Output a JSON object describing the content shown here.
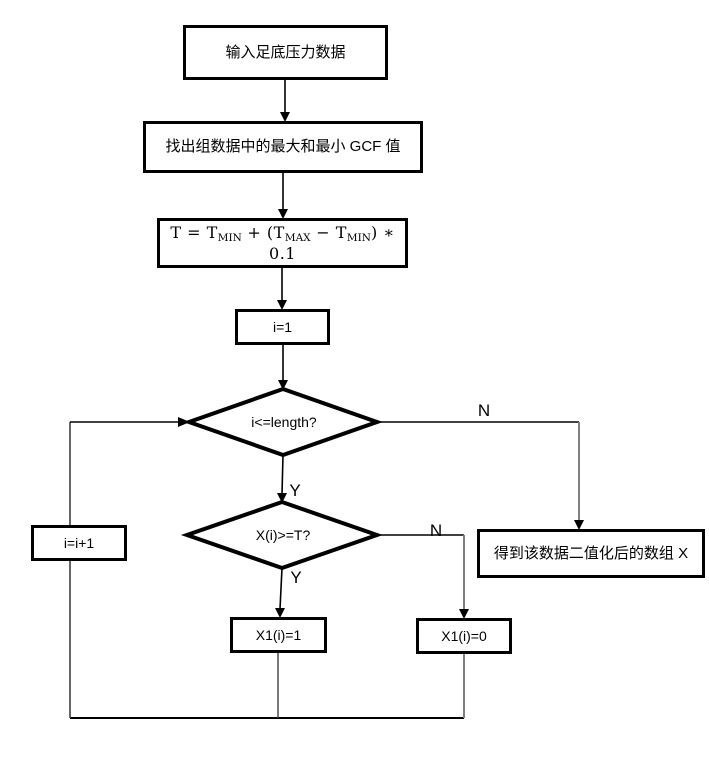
{
  "flowchart": {
    "nodes": {
      "input": {
        "label": "输入足底压力数据"
      },
      "find_minmax": {
        "label": "找出组数据中的最大和最小 GCF 值"
      },
      "formula": {
        "p1": "T = T",
        "s1": "MIN",
        "p2": " + (T",
        "s2": "MAX",
        "p3": " − T",
        "s3": "MIN",
        "p4": ") ∗ 0.1"
      },
      "init": {
        "label": "i=1"
      },
      "loop_condition": {
        "label": "i<=length?"
      },
      "threshold_condition": {
        "label": "X(i)>=T?"
      },
      "increment": {
        "label": "i=i+1"
      },
      "set_one": {
        "label": "X1(i)=1"
      },
      "set_zero": {
        "label": "X1(i)=0"
      },
      "result": {
        "label": "得到该数据二值化后的数组 X"
      }
    },
    "edge_labels": {
      "loop_no": "N",
      "loop_yes": "Y",
      "threshold_no": "N",
      "threshold_yes": "Y"
    },
    "colors": {
      "line": "#000000",
      "gray_line": "#808080",
      "background": "#ffffff"
    }
  }
}
